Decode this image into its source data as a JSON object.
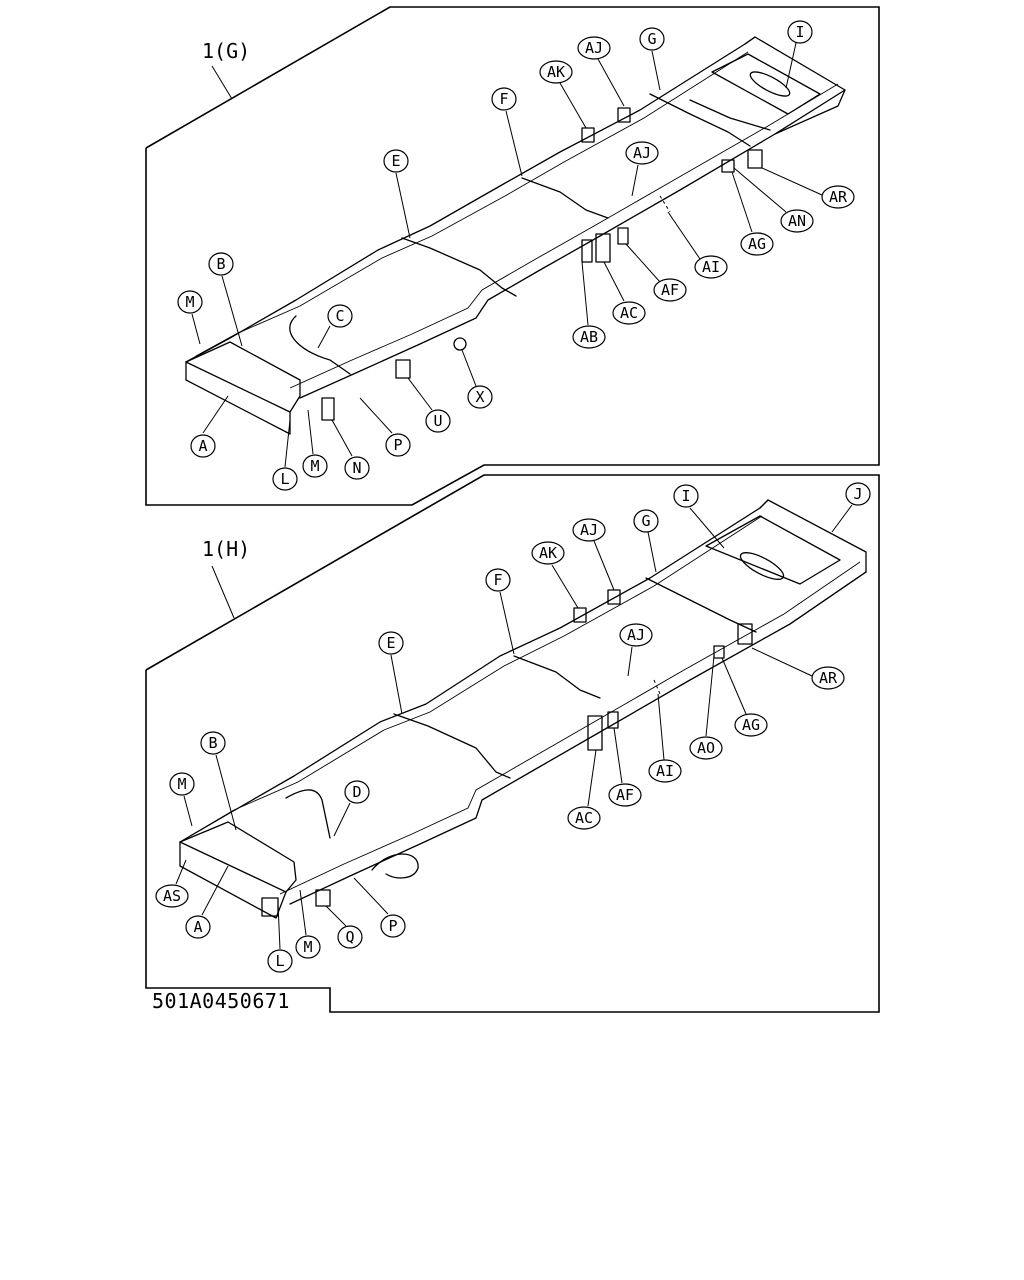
{
  "views": [
    {
      "title": "1(G)",
      "callouts": [
        "A",
        "B",
        "C",
        "E",
        "F",
        "G",
        "I",
        "L",
        "M",
        "M",
        "N",
        "P",
        "U",
        "X",
        "AB",
        "AC",
        "AF",
        "AG",
        "AI",
        "AJ",
        "AJ",
        "AK",
        "AN",
        "AR"
      ]
    },
    {
      "title": "1(H)",
      "callouts": [
        "A",
        "AS",
        "B",
        "D",
        "E",
        "F",
        "G",
        "I",
        "J",
        "L",
        "M",
        "M",
        "P",
        "Q",
        "AC",
        "AF",
        "AI",
        "AJ",
        "AJ",
        "AK",
        "AG",
        "AO",
        "AR"
      ]
    }
  ],
  "drawing_number": "501A0450671"
}
